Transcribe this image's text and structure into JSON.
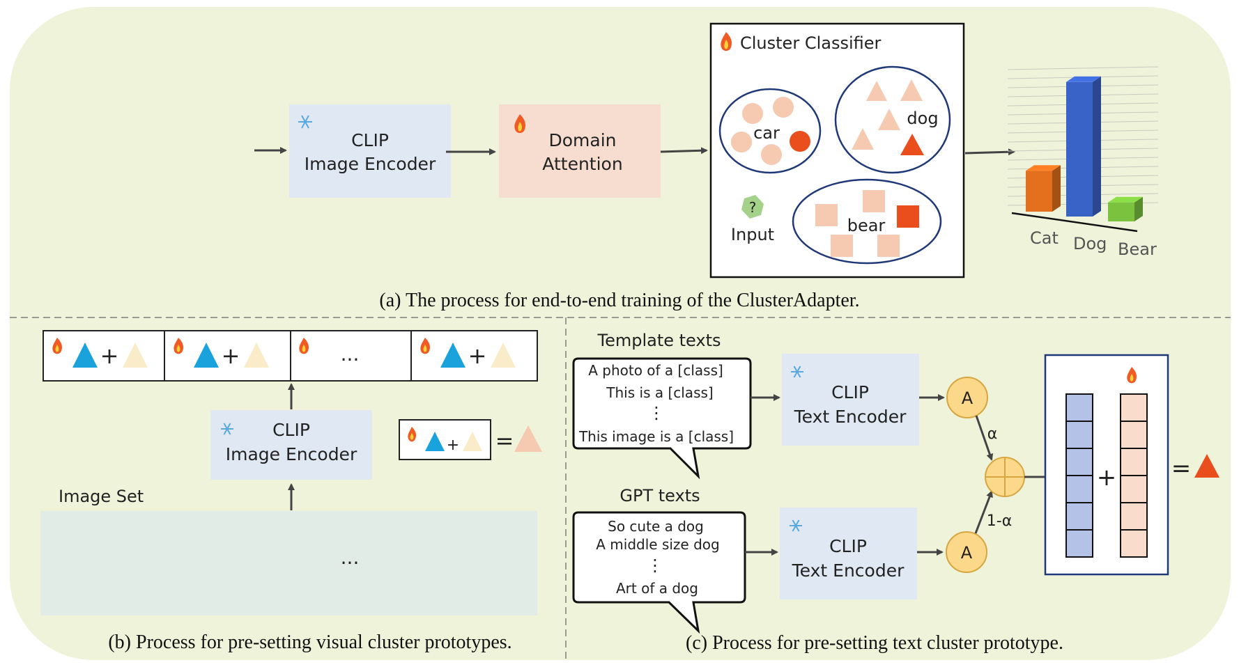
{
  "colors": {
    "panel_bg": "#eef3da",
    "encoder_bg": "#dfe8f3",
    "attention_bg": "#f6ddd0",
    "image_set_bg": "#d9e6f1",
    "salmon_light": "#f6c9b1",
    "orange_red": "#ea4e1c",
    "cyan": "#1aa2dd",
    "cream": "#faebc9",
    "hex_green": "#a4d28a",
    "node_yellow": "#fcd98a",
    "node_border": "#d8a640",
    "bar_orange": "#e4701e",
    "bar_blue": "#3a63c8",
    "bar_green": "#7bc23f",
    "proto_blue": "#b3c2e6",
    "proto_peach": "#f9dccb",
    "ring_blue": "#1f3877"
  },
  "icons": [
    "fire-icon",
    "snowflake-icon"
  ],
  "top": {
    "clip_encoder": {
      "line1": "CLIP",
      "line2": "Image Encoder"
    },
    "domain_attention": {
      "line1": "Domain",
      "line2": "Attention"
    },
    "classifier": {
      "title": "Cluster Classifier",
      "car_label": "car",
      "dog_label": "dog",
      "bear_label": "bear",
      "input_mark": "?",
      "input_label": "Input"
    },
    "chart_data": {
      "type": "bar",
      "categories": [
        "Cat",
        "Dog",
        "Bear"
      ],
      "values": [
        0.28,
        0.92,
        0.13
      ],
      "ylim": [
        0,
        1
      ],
      "grid": true,
      "style": "3d"
    },
    "caption": "(a) The process for end-to-end training of the ClusterAdapter."
  },
  "left": {
    "seq_ellipsis": "...",
    "plus": "+",
    "equals": "=",
    "clip_encoder": {
      "line1": "CLIP",
      "line2": "Image Encoder"
    },
    "image_set_label": "Image Set",
    "set_ellipsis": "...",
    "caption": "(b) Process for pre-setting visual cluster prototypes."
  },
  "right": {
    "template_title": "Template texts",
    "template_lines": [
      "A photo of a [class]",
      "This is a [class]",
      "This image is a [class]"
    ],
    "gpt_title": "GPT texts",
    "gpt_lines": [
      "So cute a dog",
      "A middle size dog",
      "Art of a dog"
    ],
    "vdots": "⋮",
    "text_encoder_1": {
      "line1": "CLIP",
      "line2": "Text Encoder"
    },
    "text_encoder_2": {
      "line1": "CLIP",
      "line2": "Text Encoder"
    },
    "node_label": "A",
    "alpha": "α",
    "one_minus_alpha": "1-α",
    "plus": "+",
    "equals": "=",
    "caption": "(c) Process for pre-setting text cluster prototype."
  }
}
